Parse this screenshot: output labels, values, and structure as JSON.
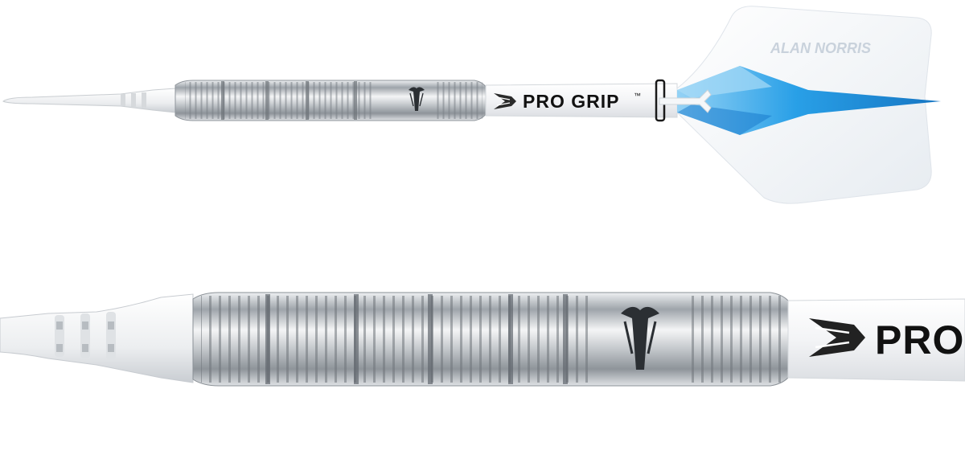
{
  "scene": {
    "background": "#ffffff",
    "accent_blue": "#1e9be6",
    "barrel_steel": "#b9bec3",
    "shaft_white": "#f7f8f9",
    "tip_white": "#f1f2f3"
  },
  "dart_top": {
    "shaft_brand": "PRO GRIP",
    "trademark": "™",
    "flight_signature": "ALAN NORRIS",
    "logo_icon": "target-bird-logo-icon"
  },
  "dart_bottom": {
    "shaft_brand": "PRO",
    "logo_icon": "target-bird-logo-icon"
  }
}
